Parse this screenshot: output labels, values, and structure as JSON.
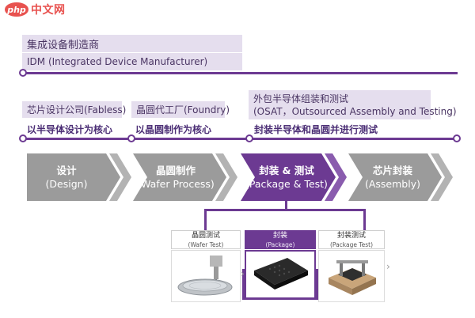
{
  "logo": {
    "badge": "php",
    "text": "中文网"
  },
  "idm": {
    "title": "集成设备制造商",
    "subtitle": "IDM (Integrated Device Manufacturer)"
  },
  "segments": [
    {
      "title": "芯片设计公司(Fabless)",
      "desc": "以半导体设计为核心"
    },
    {
      "title": "晶圆代工厂(Foundry)",
      "desc": "以晶圆制作为核心"
    },
    {
      "title_line1": "外包半导体组装和测试",
      "title_line2": "(OSAT，Outsourced Assembly and Testing)",
      "desc": "封装半导体和晶圆并进行测试"
    }
  ],
  "stages": [
    {
      "name": "设计",
      "en": "(Design)"
    },
    {
      "name": "晶圆制作",
      "en": "(Wafer Process)"
    },
    {
      "name": "封装 & 测试",
      "en": "(Package & Test)"
    },
    {
      "name": "芯片封装",
      "en": "(Assembly)"
    }
  ],
  "cards": [
    {
      "name": "晶圆测试",
      "en": "(Wafer Test)"
    },
    {
      "name": "封装",
      "en": "(Package)"
    },
    {
      "name": "封装测试",
      "en": "(Package Test)"
    }
  ],
  "colors": {
    "purple": "#6c3a92",
    "gray_stage": "#9b9b9b",
    "band": "#e5deee"
  }
}
